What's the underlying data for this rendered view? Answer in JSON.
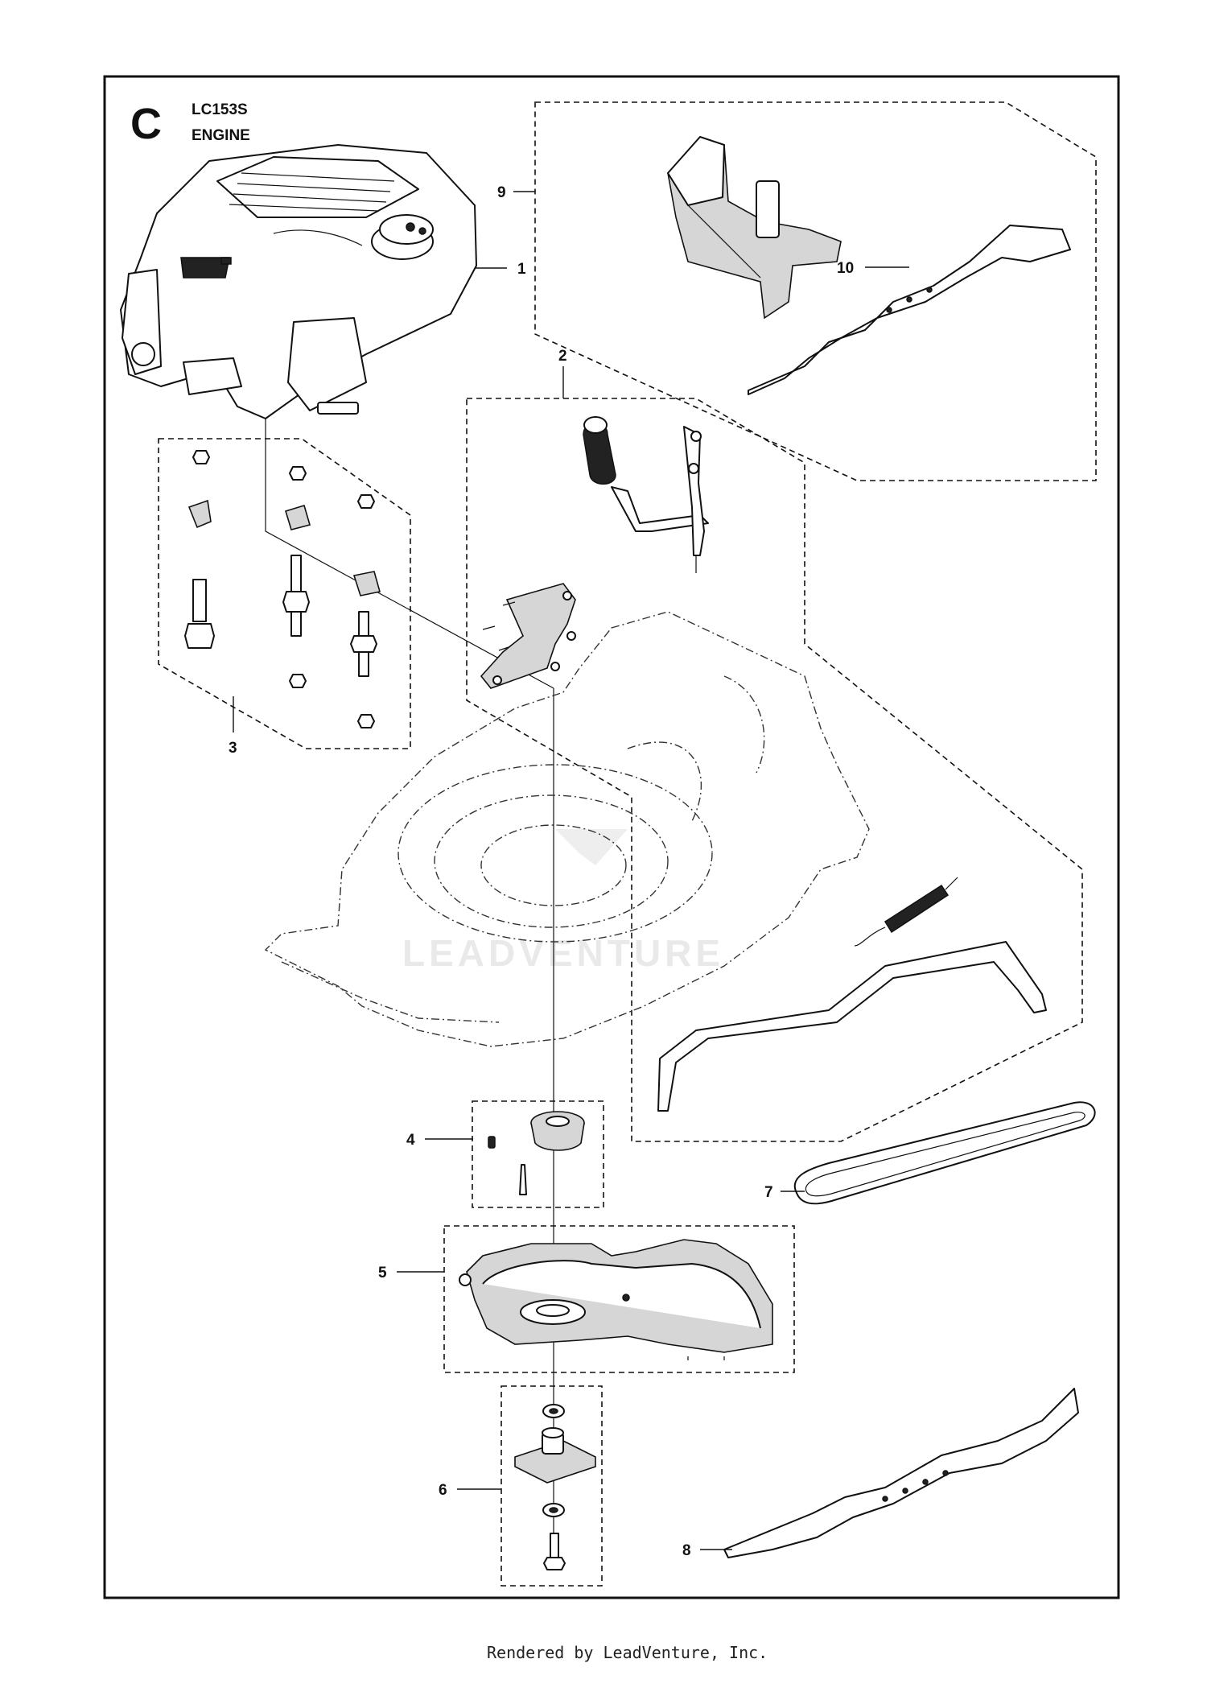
{
  "header": {
    "section_letter": "C",
    "model": "LC153S",
    "title": "ENGINE"
  },
  "callouts": [
    {
      "id": "1",
      "label": "1",
      "part": "engine"
    },
    {
      "id": "2",
      "label": "2",
      "part": "handle-lever-assembly"
    },
    {
      "id": "3",
      "label": "3",
      "part": "bolt-kit"
    },
    {
      "id": "4",
      "label": "4",
      "part": "bushing-kit"
    },
    {
      "id": "5",
      "label": "5",
      "part": "blade-guard"
    },
    {
      "id": "6",
      "label": "6",
      "part": "blade-adapter-kit"
    },
    {
      "id": "7",
      "label": "7",
      "part": "drive-belt"
    },
    {
      "id": "8",
      "label": "8",
      "part": "blade"
    },
    {
      "id": "9",
      "label": "9",
      "part": "mulch-plug-kit"
    },
    {
      "id": "10",
      "label": "10",
      "part": "mulching-blade"
    }
  ],
  "watermark": "LEADVENTURE",
  "footer": "Rendered by LeadVenture, Inc."
}
